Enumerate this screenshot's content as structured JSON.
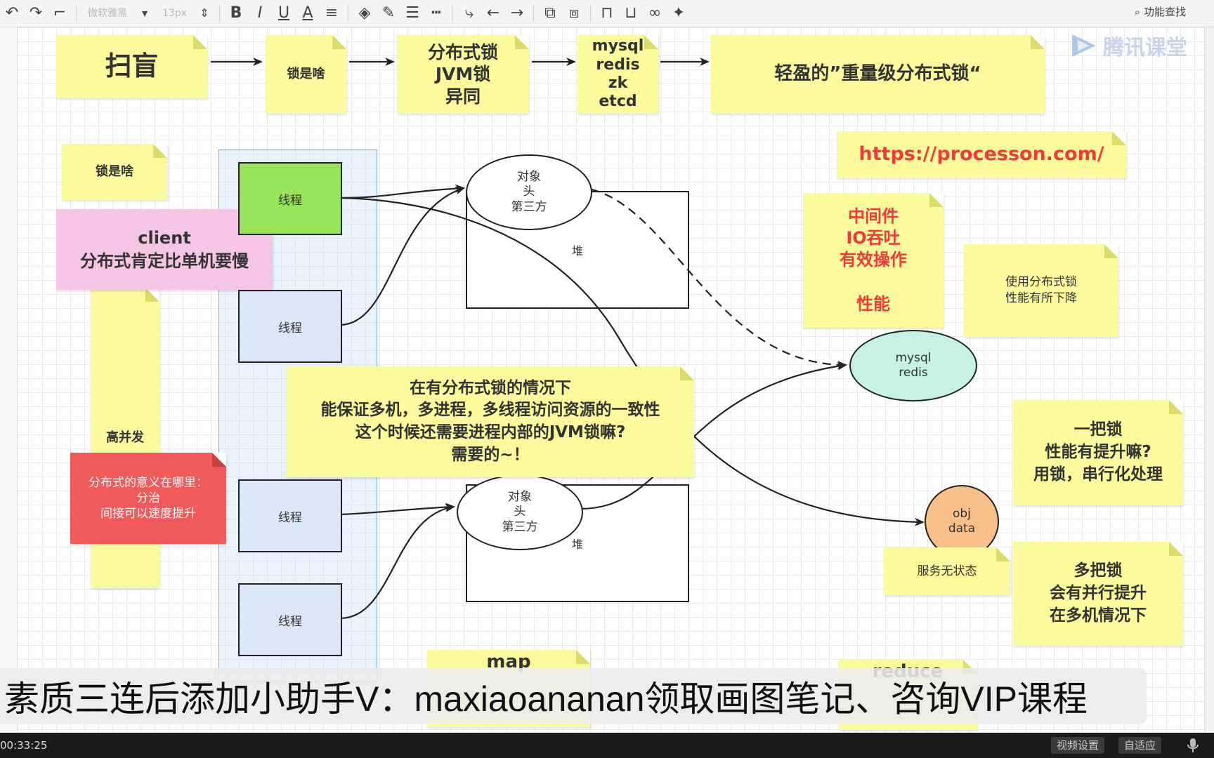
{
  "toolbar": {
    "font_name": "微软雅黑",
    "font_size": "13px",
    "search_label": "功能查找",
    "icons": [
      "undo-icon",
      "redo-icon",
      "format-painter-icon",
      "bold-icon",
      "italic-icon",
      "underline-icon",
      "font-color-icon",
      "align-icon",
      "fill-color-icon",
      "line-color-icon",
      "line-weight-icon",
      "line-style-icon",
      "connector-icon",
      "start-arrow-icon",
      "end-arrow-icon",
      "bring-front-icon",
      "send-back-icon",
      "lock-icon",
      "unlock-icon",
      "link-icon",
      "magic-icon"
    ]
  },
  "brand": {
    "text": "腾讯课堂"
  },
  "notes": {
    "n1": "扫盲",
    "n2": "锁是啥",
    "n3": "分布式锁\nJVM锁\n异同",
    "n4": "mysql\nredis\nzk\netcd",
    "n5": "轻盈的”重量级分布式锁“",
    "n6": "锁是啥",
    "n7": "client\n分布式肯定比单机要慢",
    "n8": "高并发",
    "n9": "分布式的意义在哪里：\n分治\n间接可以速度提升",
    "n10": "https://processon.com/",
    "n11": "中间件\nIO吞吐\n有效操作\n\n性能",
    "n12": "使用分布式锁\n性能有所下降",
    "n13": "在有分布式锁的情况下\n能保证多机，多进程，多线程访问资源的一致性\n这个时候还需要进程内部的JVM锁嘛?\n需要的~！",
    "n14": "一把锁\n性能有提升嘛?\n用锁，串行化处理",
    "n15": "服务无状态",
    "n16": "多把锁\n会有并行提升\n在多机情况下",
    "n17": "map",
    "n18": "reduce"
  },
  "threads": [
    "线程",
    "线程",
    "线程",
    "线程"
  ],
  "heap": {
    "label": "堆"
  },
  "object_header": "对象\n头\n第三方",
  "mysql_node": "mysql\nredis",
  "obj_node": "obj\ndata",
  "subtitle": "素质三连后添加小助手V：maxiaoananan领取画图笔记、咨询VIP课程",
  "player": {
    "time": "00:33:25",
    "video_settings": "视频设置",
    "adaptive": "自适应"
  },
  "colors": {
    "note_yellow": "#fbfb9e",
    "note_pink": "#f6c4e4",
    "note_red": "#f05a5a",
    "thread_green": "#98e45a",
    "thread_blue": "#dbe9f7",
    "mysql_mint": "#c6f2e2",
    "obj_orange": "#f8bf88",
    "url_red": "#f23a3a"
  }
}
